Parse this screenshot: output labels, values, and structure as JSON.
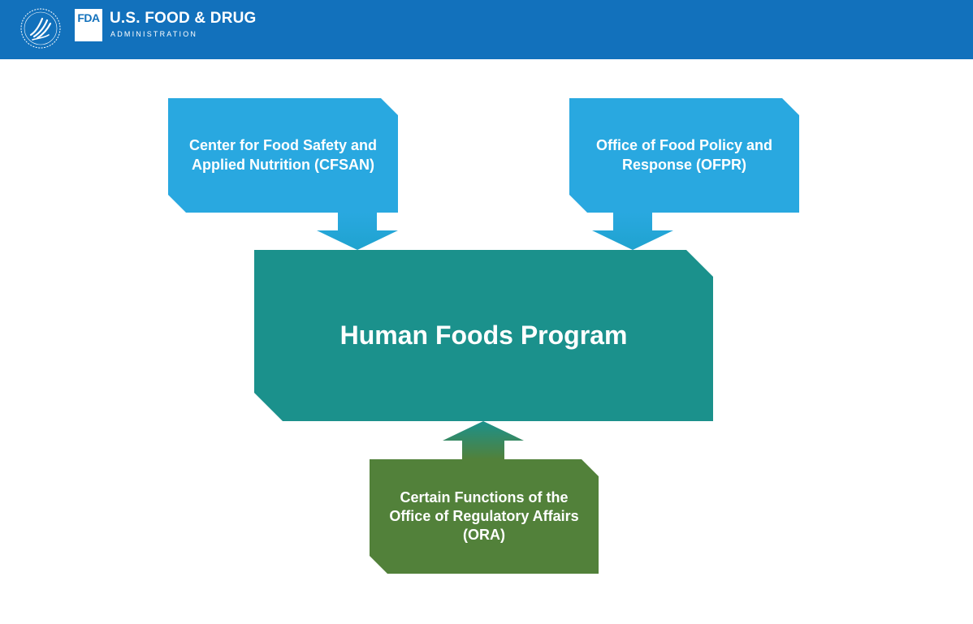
{
  "header": {
    "agency_name": "U.S. FOOD & DRUG",
    "agency_sub": "ADMINISTRATION",
    "fda_mark": "FDA",
    "background": "#1271bc"
  },
  "diagram": {
    "sources": [
      {
        "id": "cfsan",
        "label": "Center for Food Safety and Applied Nutrition (CFSAN)",
        "color": "#29a8e0"
      },
      {
        "id": "ofpr",
        "label": "Office of Food Policy and Response (OFPR)",
        "color": "#29a8e0"
      }
    ],
    "center": {
      "label": "Human Foods Program",
      "color": "#1b918c"
    },
    "bottom": {
      "label": "Certain Functions of the Office of Regulatory Affairs (ORA)",
      "color": "#52813a"
    },
    "edges": [
      {
        "from": "cfsan",
        "to": "center"
      },
      {
        "from": "ofpr",
        "to": "center"
      },
      {
        "from": "ora",
        "to": "center"
      }
    ]
  }
}
